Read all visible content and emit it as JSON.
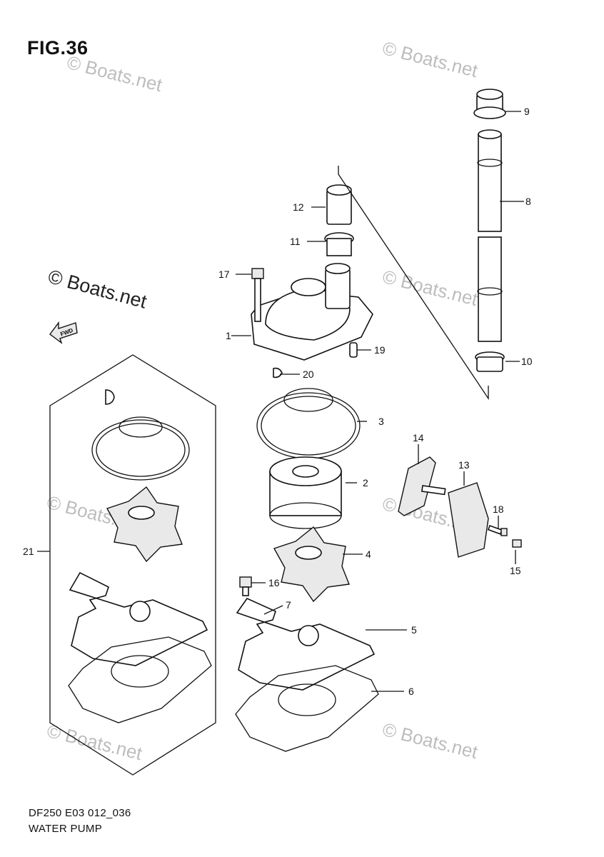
{
  "figure": {
    "title": "FIG.36",
    "code": "DF250 E03 012_036",
    "name": "WATER PUMP"
  },
  "watermarks": {
    "light": "© Boats.net",
    "strong": "© Boats.net"
  },
  "fwd_label": "FWD",
  "callouts": {
    "c1": "1",
    "c2": "2",
    "c3": "3",
    "c4": "4",
    "c5": "5",
    "c6": "6",
    "c7": "7",
    "c8": "8",
    "c9": "9",
    "c10": "10",
    "c11": "11",
    "c12": "12",
    "c13": "13",
    "c14": "14",
    "c15": "15",
    "c16": "16",
    "c17": "17",
    "c18": "18",
    "c19": "19",
    "c20": "20",
    "c21": "21"
  },
  "colors": {
    "line": "#111111",
    "watermark": "#bdbdbd"
  }
}
